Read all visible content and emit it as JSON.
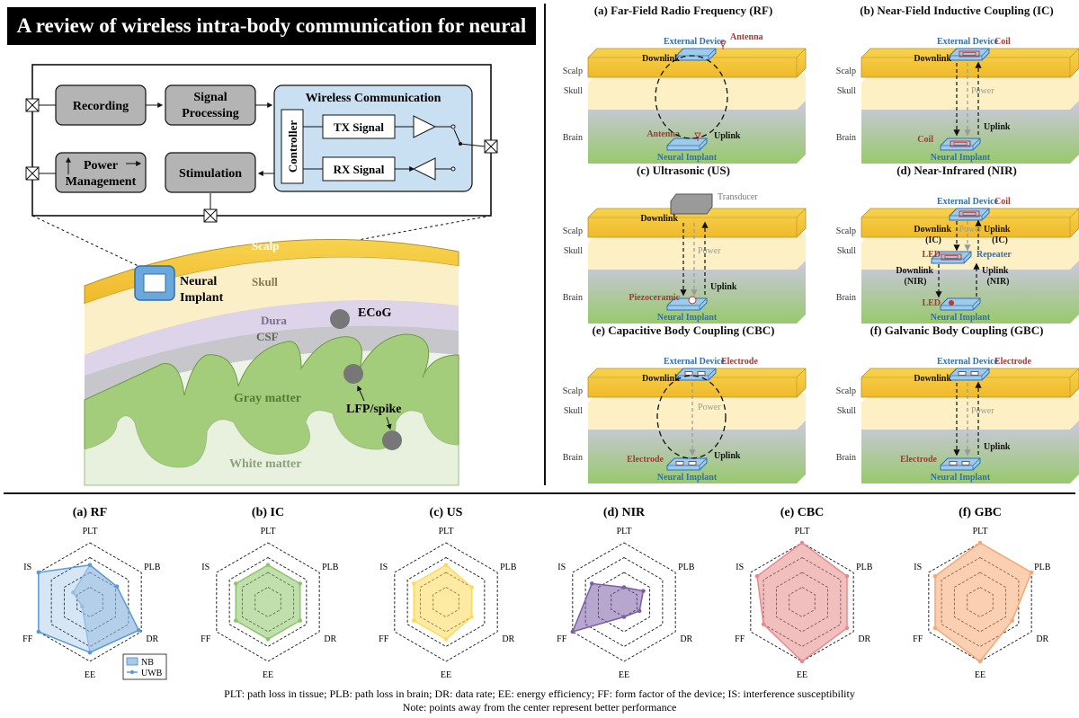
{
  "title": "A review of wireless intra-body communication for neural implants",
  "block_diagram": {
    "recording": "Recording",
    "signal_processing": [
      "Signal",
      "Processing"
    ],
    "wireless_communication": "Wireless Communication",
    "controller": "Controller",
    "tx_signal": "TX Signal",
    "rx_signal": "RX Signal",
    "power_management": [
      "Power",
      "Management"
    ],
    "stimulation": "Stimulation"
  },
  "anatomy": {
    "scalp": "Scalp",
    "skull": "Skull",
    "neural_implant": [
      "Neural",
      "Implant"
    ],
    "ecog": "ECoG",
    "dura": "Dura",
    "csf": "CSF",
    "gray_matter": "Gray matter",
    "lfp_spike": "LFP/spike",
    "white_matter": "White matter"
  },
  "layers": {
    "scalp": "Scalp",
    "skull": "Skull",
    "brain": "Brain"
  },
  "common": {
    "external_device": "External Device",
    "neural_implant": "Neural Implant",
    "downlink": "Downlink",
    "uplink": "Uplink",
    "power": "Power"
  },
  "panels": {
    "rf": {
      "title": "(a) Far-Field Radio Frequency (RF)",
      "antenna": "Antenna"
    },
    "ic": {
      "title": "(b) Near-Field Inductive Coupling (IC)",
      "coil": "Coil"
    },
    "us": {
      "title": "(c) Ultrasonic (US)",
      "transducer": "Transducer",
      "piezoceramic": "Piezoceramic"
    },
    "nir": {
      "title": "(d) Near-Infrared (NIR)",
      "coil": "Coil",
      "downlink_ic": [
        "Downlink",
        "(IC)"
      ],
      "uplink_ic": [
        "Uplink",
        "(IC)"
      ],
      "led": "LED",
      "repeater": "Repeater",
      "downlink_nir": [
        "Downlink",
        "(NIR)"
      ],
      "uplink_nir": [
        "Uplink",
        "(NIR)"
      ]
    },
    "cbc": {
      "title": "(e) Capacitive Body Coupling (CBC)",
      "electrode": "Electrode"
    },
    "gbc": {
      "title": "(f) Galvanic Body Coupling (GBC)",
      "electrode": "Electrode"
    }
  },
  "colors": {
    "scalp": "#f5c93c",
    "skull": "#fdf0c4",
    "brain_top": "#c9c5dd",
    "brain_bottom": "#96c96a",
    "device": "#9fcbea",
    "device_label": "#2f6fb3",
    "red_label": "#a33a32",
    "wireless_box": "#c9dff2",
    "gray_box": "#b4b4b4"
  },
  "radar_axes": [
    "PLT",
    "PLB",
    "DR",
    "EE",
    "FF",
    "IS"
  ],
  "chart_data": [
    {
      "type": "radar",
      "title": "(a) RF",
      "axes": [
        "PLT",
        "PLB",
        "DR",
        "EE",
        "FF",
        "IS"
      ],
      "max": 4,
      "series": [
        {
          "name": "NB",
          "color": "#a9c8e8",
          "values": [
            2.5,
            2.1,
            3.8,
            3.4,
            0.6,
            1.3
          ]
        },
        {
          "name": "UWB",
          "color": "#5b9bd5",
          "values": [
            2.5,
            2.1,
            3.8,
            3.4,
            4.0,
            4.0
          ]
        }
      ]
    },
    {
      "type": "radar",
      "title": "(b) IC",
      "axes": [
        "PLT",
        "PLB",
        "DR",
        "EE",
        "FF",
        "IS"
      ],
      "max": 4,
      "series": [
        {
          "color": "#8cc46a",
          "values": [
            2.5,
            2.5,
            2.5,
            2.5,
            2.5,
            2.5
          ]
        }
      ]
    },
    {
      "type": "radar",
      "title": "(c) US",
      "axes": [
        "PLT",
        "PLB",
        "DR",
        "EE",
        "FF",
        "IS"
      ],
      "max": 4,
      "series": [
        {
          "color": "#ffd95a",
          "values": [
            2.5,
            2.0,
            2.0,
            2.5,
            2.5,
            2.5
          ]
        }
      ]
    },
    {
      "type": "radar",
      "title": "(d) NIR",
      "axes": [
        "PLT",
        "PLB",
        "DR",
        "EE",
        "FF",
        "IS"
      ],
      "max": 4,
      "series": [
        {
          "color": "#7b5ea7",
          "values": [
            1.0,
            1.5,
            1.2,
            1.0,
            4.0,
            2.5
          ]
        }
      ]
    },
    {
      "type": "radar",
      "title": "(e) CBC",
      "axes": [
        "PLT",
        "PLB",
        "DR",
        "EE",
        "FF",
        "IS"
      ],
      "max": 4,
      "series": [
        {
          "color": "#e88a8a",
          "values": [
            4.0,
            3.5,
            3.5,
            4.0,
            3.0,
            3.5
          ]
        }
      ]
    },
    {
      "type": "radar",
      "title": "(f) GBC",
      "axes": [
        "PLT",
        "PLB",
        "DR",
        "EE",
        "FF",
        "IS"
      ],
      "max": 4,
      "series": [
        {
          "color": "#f5a873",
          "values": [
            4.0,
            4.0,
            2.5,
            4.0,
            3.5,
            3.5
          ]
        }
      ]
    }
  ],
  "legend": {
    "nb": "NB",
    "uwb": "UWB"
  },
  "footnote": "PLT: path loss in tissue; PLB: path loss in brain; DR: data rate; EE: energy efficiency; FF: form factor of the device; IS: interference susceptibility",
  "note": "Note: points away from the center represent better performance"
}
